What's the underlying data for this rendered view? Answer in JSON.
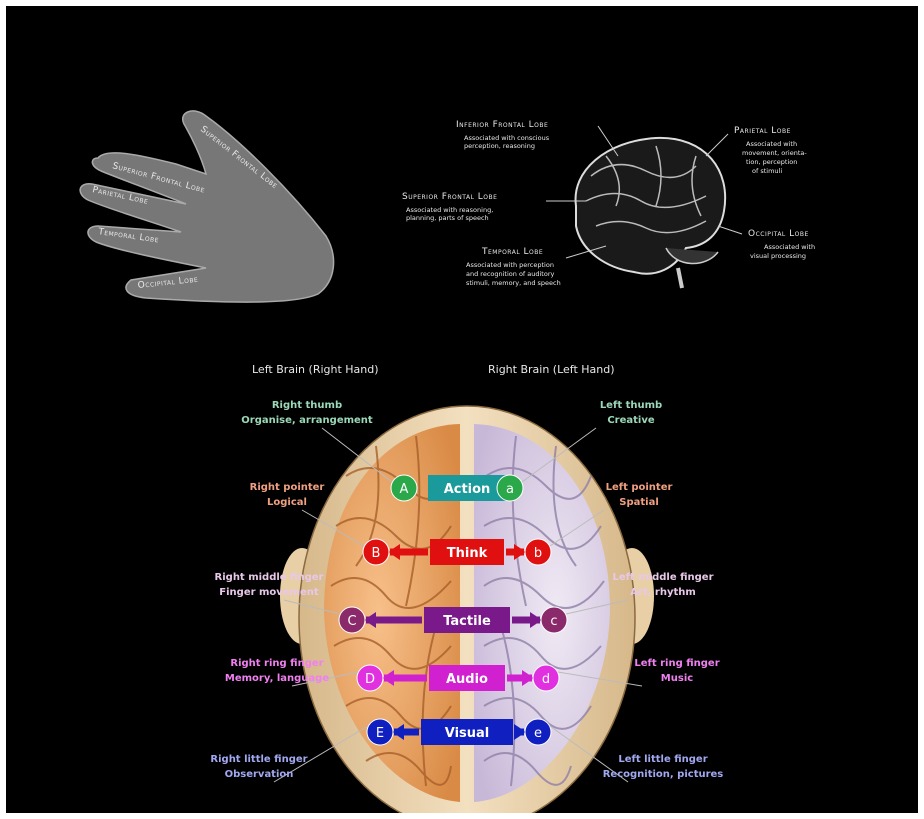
{
  "hand": {
    "labels": [
      "Superior Frontal Lobe",
      "Parietal Lobe",
      "Temporal Lobe",
      "Occipital Lobe",
      "Superior Frontal Lobe"
    ]
  },
  "brain_side": {
    "inferior_frontal": {
      "title": "Inferior Frontal Lobe",
      "desc": [
        "Associated with conscious",
        "perception, reasoning"
      ]
    },
    "superior_frontal": {
      "title": "Superior Frontal Lobe",
      "desc": [
        "Associated with reasoning,",
        "planning, parts of speech"
      ]
    },
    "temporal": {
      "title": "Temporal Lobe",
      "desc": [
        "Associated with perception",
        "and recognition of auditory",
        "stimuli, memory, and speech"
      ]
    },
    "parietal": {
      "title": "Parietal Lobe",
      "desc": [
        "Associated with",
        "movement, orienta-",
        "tion, perception",
        "of stimuli"
      ]
    },
    "occipital": {
      "title": "Occipital Lobe",
      "desc": [
        "Associated with",
        "visual processing"
      ]
    }
  },
  "header": {
    "left": "Left Brain (Right Hand)",
    "right": "Right Brain (Left Hand)"
  },
  "bands": [
    {
      "name": "Action",
      "left_letter": "A",
      "right_letter": "a",
      "color": "#1a9a9a",
      "circle": "#2aa84a",
      "label_color": "#9ad8b8",
      "left_text": [
        "Right thumb",
        "Organise, arrangement"
      ],
      "right_text": [
        "Left thumb",
        "Creative"
      ]
    },
    {
      "name": "Think",
      "left_letter": "B",
      "right_letter": "b",
      "color": "#e01010",
      "circle": "#e01010",
      "label_color": "#f0a080",
      "left_text": [
        "Right pointer",
        "Logical"
      ],
      "right_text": [
        "Left pointer",
        "Spatial"
      ]
    },
    {
      "name": "Tactile",
      "left_letter": "C",
      "right_letter": "c",
      "color": "#7a1a8a",
      "circle": "#8a2a6a",
      "label_color": "#e8c8e8",
      "left_text": [
        "Right middle finger",
        "Finger movement"
      ],
      "right_text": [
        "Left middle finger",
        "Art, rhythm"
      ]
    },
    {
      "name": "Audio",
      "left_letter": "D",
      "right_letter": "d",
      "color": "#d020d0",
      "circle": "#e030e0",
      "label_color": "#f080f0",
      "left_text": [
        "Right ring finger",
        "Memory, language"
      ],
      "right_text": [
        "Left ring finger",
        "Music"
      ]
    },
    {
      "name": "Visual",
      "left_letter": "E",
      "right_letter": "e",
      "color": "#1020c0",
      "circle": "#1020c0",
      "label_color": "#a0a8f0",
      "left_text": [
        "Right little finger",
        "Observation"
      ],
      "right_text": [
        "Left little finger",
        "Recognition, pictures"
      ]
    }
  ]
}
